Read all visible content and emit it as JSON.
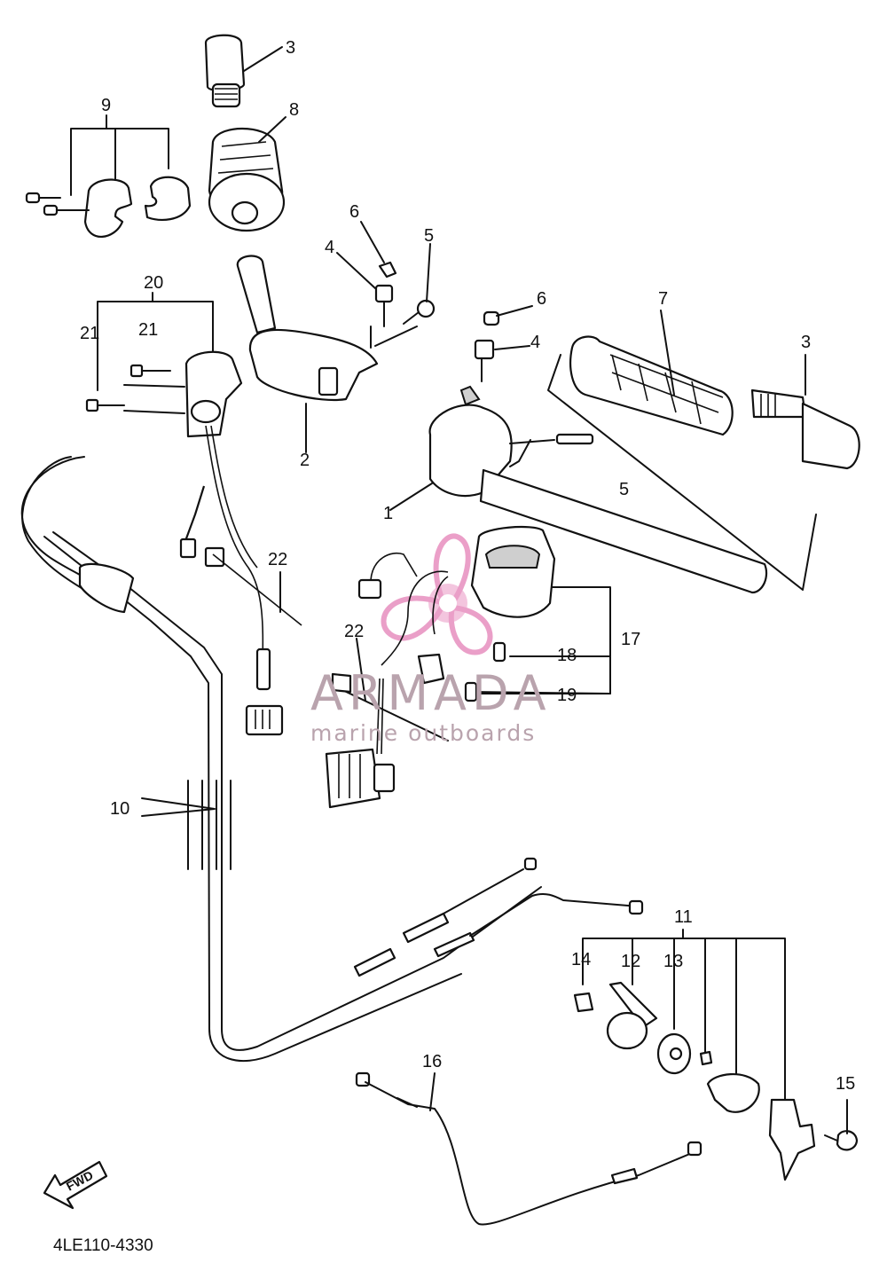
{
  "diagram": {
    "drawing_code": "4LE110-4330",
    "direction_arrow_label": "FWD",
    "watermark": {
      "title": "ARMADA",
      "subtitle": "marine outboards",
      "color": "#c3a4b3",
      "logo_color": "#e47fb6"
    },
    "callouts": [
      "1",
      "2",
      "3",
      "3",
      "4",
      "4",
      "5",
      "5",
      "6",
      "6",
      "7",
      "8",
      "9",
      "10",
      "11",
      "12",
      "13",
      "14",
      "15",
      "16",
      "17",
      "18",
      "19",
      "20",
      "21",
      "21",
      "22",
      "22"
    ],
    "icons": [
      "fwd-arrow-icon",
      "propeller-logo-icon"
    ]
  }
}
